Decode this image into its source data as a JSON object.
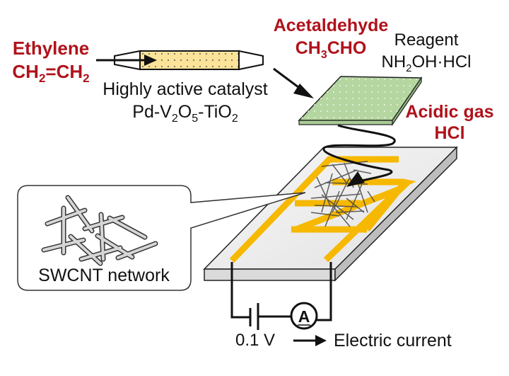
{
  "labels": {
    "ethylene_name": "Ethylene",
    "ethylene_formula": {
      "a": "CH",
      "sub1": "2",
      "b": "=CH",
      "sub2": "2"
    },
    "catalyst_line1": "Highly active catalyst",
    "catalyst_formula": {
      "a": "Pd-V",
      "sub1": "2",
      "b": "O",
      "sub2": "5",
      "c": "-TiO",
      "sub3": "2"
    },
    "acetaldehyde_name": "Acetaldehyde",
    "acetaldehyde_formula": {
      "a": "CH",
      "sub1": "3",
      "b": "CHO"
    },
    "reagent_title": "Reagent",
    "reagent_formula": {
      "a": "NH",
      "sub1": "2",
      "b": "OH·HCl"
    },
    "acidic_gas_line1": "Acidic gas",
    "acidic_gas_line2": "HCl",
    "inset_caption": "SWCNT network",
    "voltage": "0.1 V",
    "ammeter_symbol": "A",
    "current_label": "Electric current"
  },
  "colors": {
    "accent_red": "#b0121b",
    "catalyst_fill": "#fbe39a",
    "reagent_pad_fill": "#b5d6a0",
    "electrode_gold": "#f6b800",
    "substrate_top": "#efefef",
    "substrate_side": "#c8c8c8"
  }
}
